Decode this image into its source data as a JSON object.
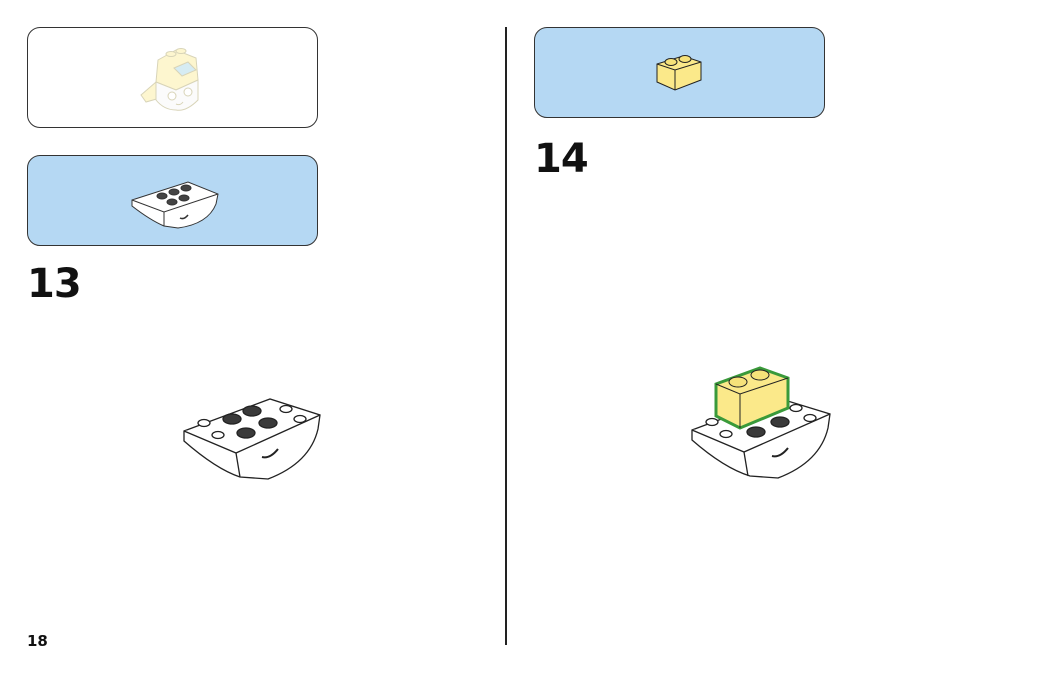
{
  "page": {
    "number": "18"
  },
  "left": {
    "callout_previous": {
      "icon": "finished-character-preview"
    },
    "callout_parts": {
      "icon": "inverted-slope-base-part"
    },
    "step_number": "13",
    "assembly": {
      "icon": "base-assembly"
    }
  },
  "right": {
    "callout_parts": {
      "icon": "yellow-brick-1x2"
    },
    "step_number": "14",
    "assembly": {
      "icon": "base-with-yellow-brick"
    }
  },
  "colors": {
    "callout_bg": "#b5d8f3",
    "brick_yellow": "#fbe98a",
    "highlight": "#3a9a3a"
  }
}
